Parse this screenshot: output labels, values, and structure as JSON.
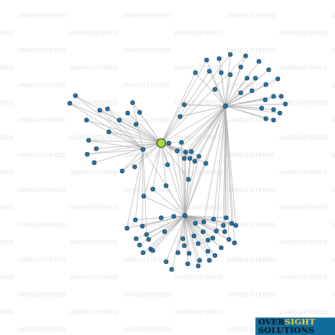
{
  "watermark": {
    "text": "UNREGISTERED"
  },
  "graph": {
    "highlight_color": "#a8dd3c",
    "node_color": "#1a78b4",
    "edge_color": "#aaaaaa"
  },
  "logo": {
    "part1": "OVER",
    "part2": "SIGHT",
    "line2": "SOLUTIONS",
    "bg": "#0f6c9c",
    "accent": "#ffd23a"
  }
}
